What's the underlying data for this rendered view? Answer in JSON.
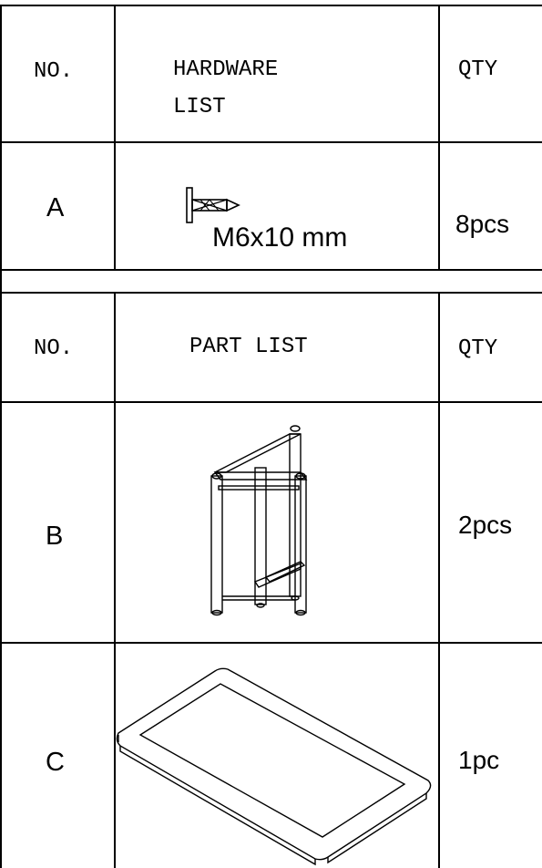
{
  "hardware_table": {
    "header": {
      "no": "NO.",
      "name_line1": "HARDWARE",
      "name_line2": "LIST",
      "qty": "QTY"
    },
    "rows": [
      {
        "no": "A",
        "spec": "M6x10 mm",
        "qty": "8pcs",
        "icon": "bolt-icon"
      }
    ]
  },
  "part_table": {
    "header": {
      "no": "NO.",
      "name": "PART LIST",
      "qty": "QTY"
    },
    "rows": [
      {
        "no": "B",
        "qty": "2pcs",
        "icon": "table-leg-frame-icon"
      },
      {
        "no": "C",
        "qty": "1pc",
        "icon": "table-top-panel-icon"
      }
    ]
  }
}
